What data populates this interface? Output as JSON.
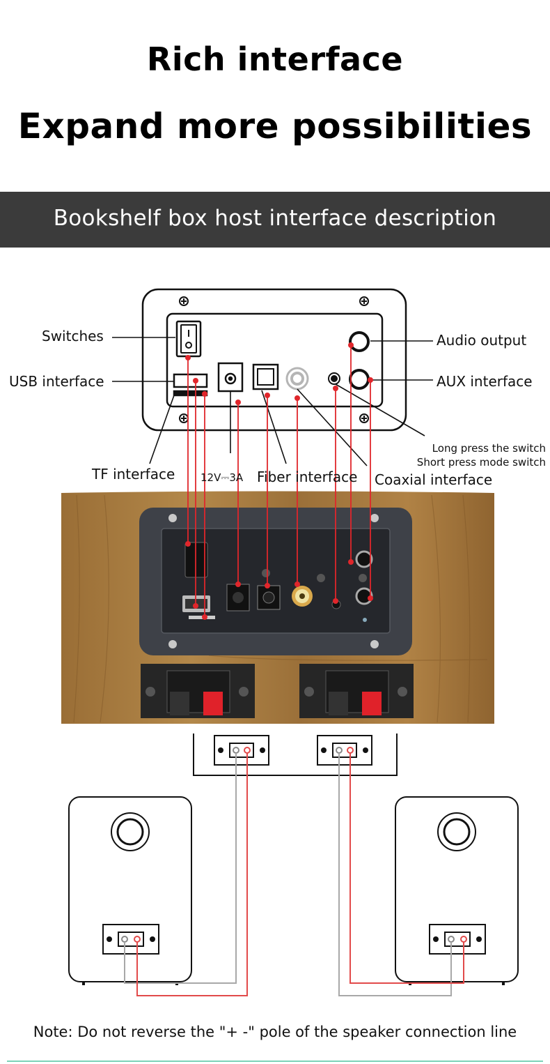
{
  "heading": {
    "line1": "Rich interface",
    "line2": "Expand more possibilities"
  },
  "banner": "Bookshelf box host interface description",
  "labels": {
    "switches": "Switches",
    "usb": "USB interface",
    "tf": "TF interface",
    "power": "12V⎓3A",
    "fiber": "Fiber interface",
    "coaxial": "Coaxial interface",
    "audio_out": "Audio output",
    "aux": "AUX interface",
    "long_press": "Long press the switch",
    "short_press": "Short press mode switch"
  },
  "note": "Note: Do not reverse the \"+ -\" pole of the speaker connection line",
  "colors": {
    "banner_bg": "#3b3b3b",
    "wood": "#a0773d",
    "panel": "#3e4148",
    "leader_red": "#e0262b",
    "wire_red": "#e24a4a",
    "wire_grey": "#a8a8a8",
    "accent_line": "#7bd3b8"
  }
}
